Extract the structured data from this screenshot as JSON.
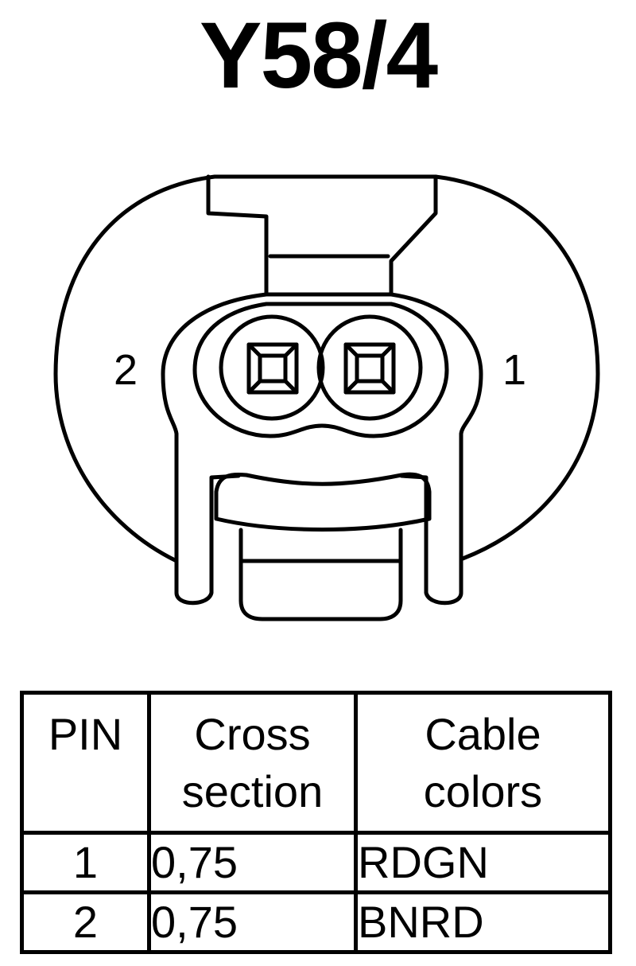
{
  "title": "Y58/4",
  "pin_labels": {
    "left": "2",
    "right": "1"
  },
  "table": {
    "headers": {
      "pin": "PIN",
      "cross_line1": "Cross",
      "cross_line2": "section",
      "color_line1": "Cable",
      "color_line2": "colors"
    },
    "rows": [
      {
        "pin": "1",
        "cross_section": "0,75",
        "color": "RDGN"
      },
      {
        "pin": "2",
        "cross_section": "0,75",
        "color": "BNRD"
      }
    ]
  }
}
